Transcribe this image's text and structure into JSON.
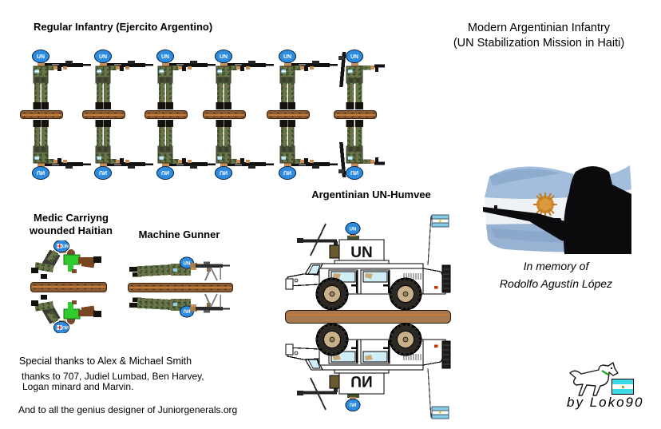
{
  "header": {
    "main_title_line1": "Modern Argentinian Infantry",
    "main_title_line2": "(UN Stabilization Mission in Haiti)"
  },
  "sections": {
    "regular_infantry_label": "Regular Infantry (Ejercito Argentino)",
    "medic_label_line1": "Medic Carriyng",
    "medic_label_line2": "wounded Haitian",
    "machine_gunner_label": "Machine Gunner",
    "humvee_label": "Argentinian UN-Humvee"
  },
  "memorial": {
    "line1": "In memory of",
    "line2": "Rodolfo Agustín López"
  },
  "credits": {
    "line1": "Special thanks to Alex & Michael Smith",
    "line2": "thanks to 707, Judiel Lumbad, Ben Harvey,",
    "line3": "Logan minard and Marvin.",
    "line4": "And to all the genius designer of Juniorgenerals.org"
  },
  "signature": {
    "byline": "by  Loko90"
  },
  "sprites": {
    "helmet_text": "UN",
    "turret_text": "UN"
  },
  "colors": {
    "un_helmet_blue": "#2d8ce0",
    "camo_green": "#66784a",
    "camo_dark": "#3c4c2c",
    "camo_brown": "#7a6a44",
    "base_brown": "#8a5a32",
    "base_stripe_orange": "#c87c36",
    "humvee_base_tan": "#a87a52",
    "skin": "#c78e58",
    "wounded_shirt_green": "#2ecc2e",
    "wounded_pants_brown": "#77451f",
    "flag_light_blue": "#a3bedd",
    "sun_orange": "#cf8a2e",
    "small_flag_cyan": "#3fd8e8",
    "humvee_white": "#ffffff"
  }
}
